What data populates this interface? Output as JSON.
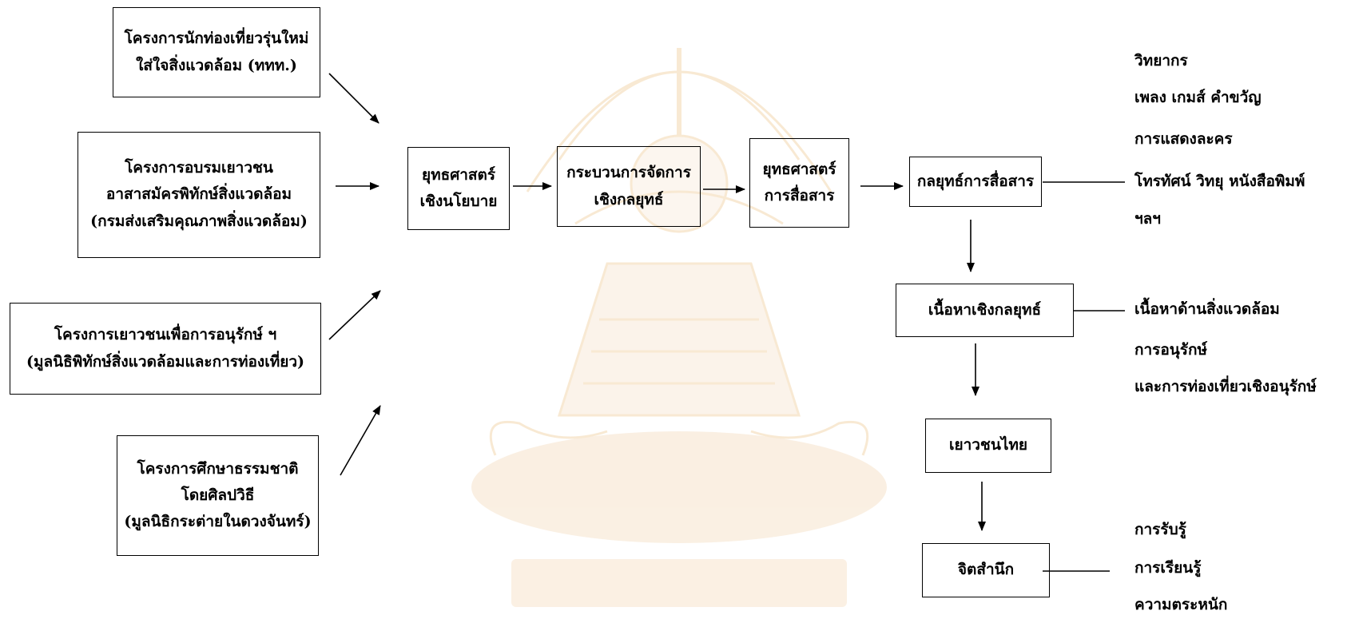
{
  "sources": [
    {
      "lines": [
        "โครงการนักท่องเที่ยวรุ่นใหม่",
        "ใส่ใจสิ่งแวดล้อม (ททท.)"
      ]
    },
    {
      "lines": [
        "โครงการอบรมเยาวชน",
        "อาสาสมัครพิทักษ์สิ่งแวดล้อม",
        "(กรมส่งเสริมคุณภาพสิ่งแวดล้อม)"
      ]
    },
    {
      "lines": [
        "โครงการเยาวชนเพื่อการอนุรักษ์ ฯ",
        "(มูลนิธิพิทักษ์สิ่งแวดล้อมและการท่องเที่ยว)"
      ]
    },
    {
      "lines": [
        "โครงการศึกษาธรรมชาติ",
        "โดยศิลปวิธี",
        "(มูลนิธิกระต่ายในดวงจันทร์)"
      ]
    }
  ],
  "flow": [
    {
      "lines": [
        "ยุทธศาสตร์",
        "เชิงนโยบาย"
      ]
    },
    {
      "lines": [
        "กระบวนการจัดการ",
        "เชิงกลยุทธ์"
      ]
    },
    {
      "lines": [
        "ยุทธศาสตร์",
        "การสื่อสาร"
      ]
    },
    {
      "lines": [
        "กลยุทธ์การสื่อสาร"
      ]
    }
  ],
  "chain": [
    {
      "lines": [
        "เนื้อหาเชิงกลยุทธ์"
      ]
    },
    {
      "lines": [
        "เยาวชนไทย"
      ]
    },
    {
      "lines": [
        "จิตสำนึก"
      ]
    }
  ],
  "notes": {
    "communication": [
      "วิทยากร",
      "เพลง เกมส์ คำขวัญ",
      "การแสดงละคร",
      "โทรทัศน์ วิทยุ หนังสือพิมพ์",
      "ฯลฯ"
    ],
    "content": [
      "เนื้อหาด้านสิ่งแวดล้อม",
      "การอนุรักษ์",
      "และการท่องเที่ยวเชิงอนุรักษ์"
    ],
    "awareness": [
      "การรับรู้",
      "การเรียนรู้",
      "ความตระหนัก"
    ]
  }
}
